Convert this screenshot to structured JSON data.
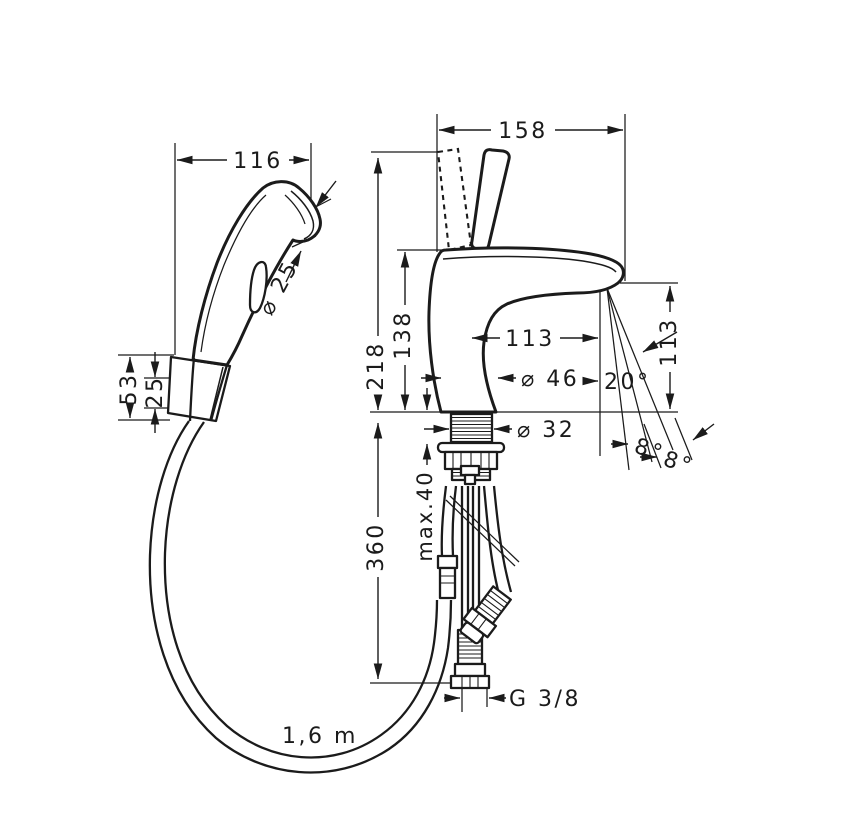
{
  "page": {
    "background": "#ffffff",
    "ink": "#1b1b1b"
  },
  "dims": {
    "faucet_width": "158",
    "sprayer_width": "116",
    "total_height": "218",
    "body_height": "138",
    "spout_reach": "113",
    "spout_height": "113",
    "spray_head_dia": "⌀ 25",
    "base_dia": "⌀ 46",
    "shank_dia": "⌀ 32",
    "spray_angle": "20°",
    "spray_angle_a": "8°",
    "spray_angle_b": "8°",
    "holder_height": "53",
    "holder_span": "25",
    "max_deck": "max.40",
    "hose_drop": "360",
    "thread": "G 3/8",
    "hose_length": "1,6 m"
  }
}
